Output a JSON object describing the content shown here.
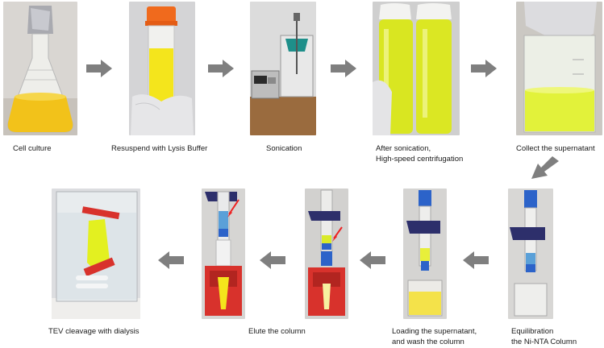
{
  "steps": [
    {
      "id": "cell-culture",
      "label": "Cell culture"
    },
    {
      "id": "resuspend",
      "label": "Resuspend with Lysis Buffer"
    },
    {
      "id": "sonication",
      "label": "Sonication"
    },
    {
      "id": "after-sonication",
      "label": "After sonication,",
      "label2": "High-speed centrifugation"
    },
    {
      "id": "collect",
      "label": "Collect the supernatant"
    },
    {
      "id": "equilibration",
      "label": "Equilibration",
      "label2": "the Ni-NTA Column"
    },
    {
      "id": "loading",
      "label": "Loading the supernatant,",
      "label2": "and wash the column"
    },
    {
      "id": "elute",
      "label": "Elute the column"
    },
    {
      "id": "tev",
      "label": "TEV cleavage with dialysis"
    }
  ],
  "colors": {
    "arrow": "#7f7f7f",
    "culture": "#f2c21a",
    "lysate": "#f4e51c",
    "supernatant": "#e2f23a",
    "column_blue": "#2c63c9",
    "rack_red": "#d8322c"
  }
}
